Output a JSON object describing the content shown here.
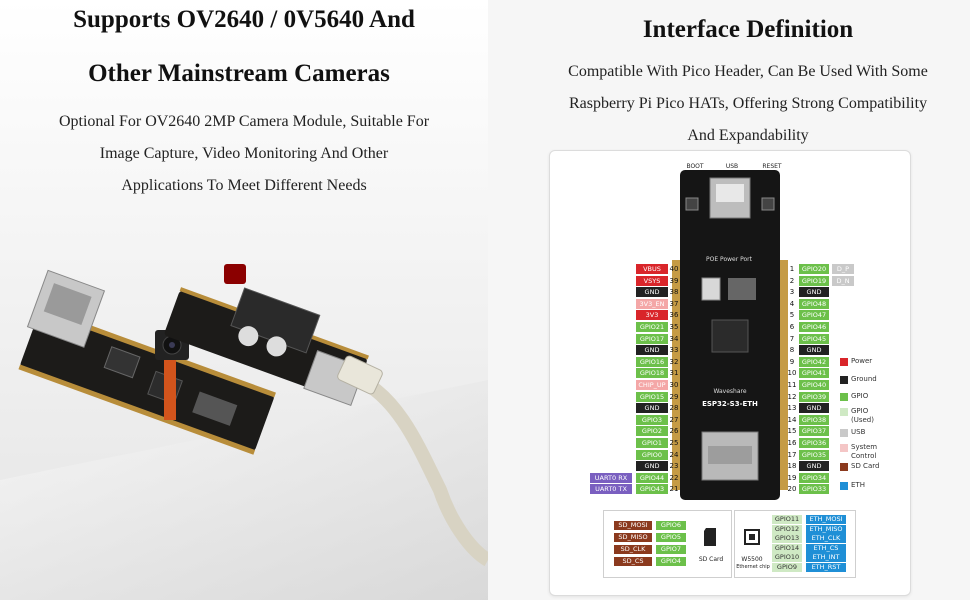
{
  "left": {
    "title_line1": "Supports OV2640 / 0V5640 And",
    "title_line2": "Other Mainstream Cameras",
    "desc_line1": "Optional For OV2640 2MP Camera Module, Suitable For",
    "desc_line2": "Image Capture, Video Monitoring And Other",
    "desc_line3": "Applications To Meet Different Needs"
  },
  "right": {
    "title": "Interface Definition",
    "desc_line1": "Compatible With Pico Header, Can Be Used With Some",
    "desc_line2": "Raspberry Pi Pico HATs, Offering Strong Compatibility",
    "desc_line3": "And Expandability"
  },
  "board": {
    "top_labels": {
      "boot": "BOOT",
      "usb": "USB",
      "reset": "RESET"
    },
    "poe_label": "POE Power Port",
    "model": "ESP32-S3-ETH",
    "brand": "Waveshare"
  },
  "left_pins": [
    {
      "num": "40",
      "label": "VBUS",
      "type": "power"
    },
    {
      "num": "39",
      "label": "VSYS",
      "type": "power"
    },
    {
      "num": "38",
      "label": "GND",
      "type": "ground"
    },
    {
      "num": "37",
      "label": "3V3_EN",
      "type": "system"
    },
    {
      "num": "36",
      "label": "3V3",
      "type": "power"
    },
    {
      "num": "35",
      "label": "GPIO21",
      "type": "gpio"
    },
    {
      "num": "34",
      "label": "GPIO17",
      "type": "gpio"
    },
    {
      "num": "33",
      "label": "GND",
      "type": "ground"
    },
    {
      "num": "32",
      "label": "GPIO16",
      "type": "gpio"
    },
    {
      "num": "31",
      "label": "GPIO18",
      "type": "gpio"
    },
    {
      "num": "30",
      "label": "CHIP_UP",
      "type": "system"
    },
    {
      "num": "29",
      "label": "GPIO15",
      "type": "gpio"
    },
    {
      "num": "28",
      "label": "GND",
      "type": "ground"
    },
    {
      "num": "27",
      "label": "GPIO3",
      "type": "gpio"
    },
    {
      "num": "26",
      "label": "GPIO2",
      "type": "gpio"
    },
    {
      "num": "25",
      "label": "GPIO1",
      "type": "gpio"
    },
    {
      "num": "24",
      "label": "GPIO0",
      "type": "gpio"
    },
    {
      "num": "23",
      "label": "GND",
      "type": "ground"
    },
    {
      "num": "22",
      "label": "GPIO44",
      "type": "gpio",
      "extra": "UART0 RX"
    },
    {
      "num": "21",
      "label": "GPIO43",
      "type": "gpio",
      "extra": "UART0 TX"
    }
  ],
  "right_pins": [
    {
      "num": "1",
      "label": "GPIO20",
      "type": "gpio",
      "extra": "D_P"
    },
    {
      "num": "2",
      "label": "GPIO19",
      "type": "gpio",
      "extra": "D_N"
    },
    {
      "num": "3",
      "label": "GND",
      "type": "ground"
    },
    {
      "num": "4",
      "label": "GPIO48",
      "type": "gpio"
    },
    {
      "num": "5",
      "label": "GPIO47",
      "type": "gpio"
    },
    {
      "num": "6",
      "label": "GPIO46",
      "type": "gpio"
    },
    {
      "num": "7",
      "label": "GPIO45",
      "type": "gpio"
    },
    {
      "num": "8",
      "label": "GND",
      "type": "ground"
    },
    {
      "num": "9",
      "label": "GPIO42",
      "type": "gpio"
    },
    {
      "num": "10",
      "label": "GPIO41",
      "type": "gpio"
    },
    {
      "num": "11",
      "label": "GPIO40",
      "type": "gpio"
    },
    {
      "num": "12",
      "label": "GPIO39",
      "type": "gpio"
    },
    {
      "num": "13",
      "label": "GND",
      "type": "ground"
    },
    {
      "num": "14",
      "label": "GPIO38",
      "type": "gpio"
    },
    {
      "num": "15",
      "label": "GPIO37",
      "type": "gpio"
    },
    {
      "num": "16",
      "label": "GPIO36",
      "type": "gpio"
    },
    {
      "num": "17",
      "label": "GPIO35",
      "type": "gpio"
    },
    {
      "num": "18",
      "label": "GND",
      "type": "ground"
    },
    {
      "num": "19",
      "label": "GPIO34",
      "type": "gpio"
    },
    {
      "num": "20",
      "label": "GPIO33",
      "type": "gpio"
    }
  ],
  "legend": [
    {
      "label": "Power",
      "color": "#d9252a"
    },
    {
      "label": "Ground",
      "color": "#222222"
    },
    {
      "label": "GPIO",
      "color": "#6cc04a"
    },
    {
      "label": "GPIO\n(Used)",
      "color": "#cfe9c4"
    },
    {
      "label": "USB",
      "color": "#c9c9c9"
    },
    {
      "label": "System\nControl",
      "color": "#f4c6c6"
    },
    {
      "label": "SD Card",
      "color": "#8b3a1e"
    },
    {
      "label": "ETH",
      "color": "#1f8fd6"
    }
  ],
  "sd_card": {
    "label": "SD Card",
    "rows": [
      {
        "func": "SD_MOSI",
        "gpio": "GPIO6"
      },
      {
        "func": "SD_MISO",
        "gpio": "GPIO5"
      },
      {
        "func": "SD_CLK",
        "gpio": "GPIO7"
      },
      {
        "func": "SD_CS",
        "gpio": "GPIO4"
      }
    ]
  },
  "eth": {
    "chip_label_1": "W5500",
    "chip_label_2": "Ethernet chip",
    "rows": [
      {
        "gpio": "GPIO11",
        "func": "ETH_MOSI"
      },
      {
        "gpio": "GPIO12",
        "func": "ETH_MISO"
      },
      {
        "gpio": "GPIO13",
        "func": "ETH_CLK"
      },
      {
        "gpio": "GPIO14",
        "func": "ETH_CS"
      },
      {
        "gpio": "GPIO10",
        "func": "ETH_INT"
      },
      {
        "gpio": "GPIO9",
        "func": "ETH_RST"
      }
    ]
  },
  "colors": {
    "power": "#d9252a",
    "ground": "#222222",
    "gpio": "#6cc04a",
    "system": "#f4a7a7",
    "usb": "#c9c9c9",
    "sd": "#8b3a1e",
    "eth": "#1f8fd6",
    "uart": "#7a5fc0"
  }
}
